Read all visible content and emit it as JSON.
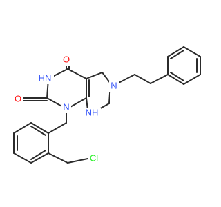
{
  "molecule": {
    "atom_colors": {
      "O": "#ff0d0d",
      "N": "#3050f8",
      "Cl": "#1ff01f",
      "C": "#2b2b2b"
    },
    "labels": [
      {
        "id": "o-top",
        "text": "O",
        "element": "O"
      },
      {
        "id": "nh-upper",
        "text": "HN",
        "element": "N"
      },
      {
        "id": "o-left",
        "text": "O",
        "element": "O"
      },
      {
        "id": "n-1",
        "text": "N",
        "element": "N"
      },
      {
        "id": "n-6",
        "text": "N",
        "element": "N"
      },
      {
        "id": "nh-8",
        "text": "NH",
        "element": "N"
      },
      {
        "id": "cl",
        "text": "Cl",
        "element": "Cl"
      }
    ]
  }
}
